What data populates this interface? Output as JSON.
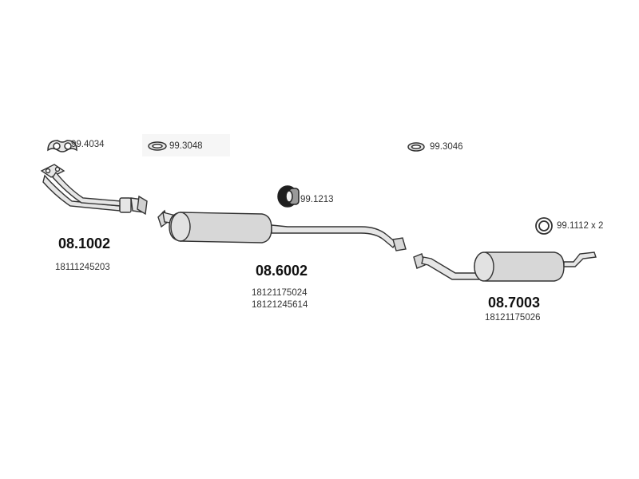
{
  "accessories": {
    "gasket_front": "99.4034",
    "ring_front": "99.3048",
    "clamp_mid": "99.1213",
    "ring_rear": "99.3046",
    "rubber_rings": "99.1112 x 2"
  },
  "parts": {
    "front_pipe": {
      "number": "08.1002",
      "oe_numbers": [
        "18111245203"
      ]
    },
    "center_silencer": {
      "number": "08.6002",
      "oe_numbers": [
        "18121175024",
        "18121245614"
      ]
    },
    "rear_silencer": {
      "number": "08.7003",
      "oe_numbers": [
        "18121175026"
      ]
    }
  },
  "colors": {
    "line": "#333333",
    "silencer_fill": "#d7d7d7",
    "pipe_fill": "#e6e6e6"
  }
}
